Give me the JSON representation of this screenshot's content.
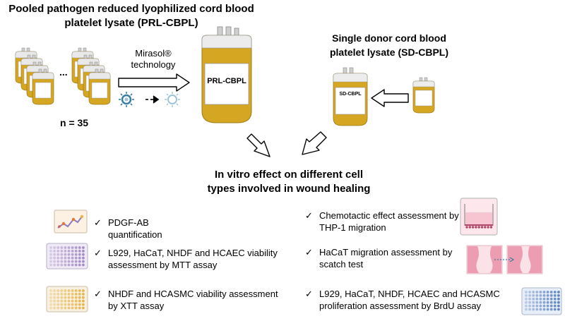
{
  "pooled": {
    "title_line1": "Pooled pathogen reduced lyophilized cord blood",
    "title_line2": "platelet lysate (PRL-CBPL)",
    "ellipsis": "...",
    "count": "n = 35",
    "tech_line1": "Mirasol®",
    "tech_line2": "technology",
    "big_bag_label": "PRL-CBPL"
  },
  "single": {
    "title_line1": "Single donor cord blood",
    "title_line2": "platelet lysate (SD-CBPL)",
    "bag_label": "SD-CBPL"
  },
  "effect": {
    "title_line1": "In vitro effect on different cell",
    "title_line2": "types involved in wound healing"
  },
  "checkmark": "✓",
  "assays_left": [
    {
      "line1": "PDGF-AB quantification",
      "line2": ""
    },
    {
      "line1": "L929, HaCaT, NHDF and HCAEC viability",
      "line2": "assessment by MTT assay"
    },
    {
      "line1": "NHDF and HCASMC viability assessment",
      "line2": "by XTT assay"
    }
  ],
  "assays_right": [
    {
      "line1": "Chemotactic effect assessment by",
      "line2": "THP-1 migration"
    },
    {
      "line1": "HaCaT migration assessment by",
      "line2": "scatch test"
    },
    {
      "line1": "L929, HaCaT, NHDF, HCAEC and HCASMC",
      "line2": "proliferation assessment by BrdU assay"
    }
  ],
  "colors": {
    "bag_fill": "#d4a622",
    "bag_top": "#e9e9e9",
    "label_fill": "#ffffff",
    "arrow_stroke": "#000000",
    "virus_dark": "#3a7da6",
    "virus_light": "#9cc3da",
    "plate_purple": "#a58cc6",
    "plate_yellow": "#e8b64e",
    "plate_blue": "#5f86c2",
    "pink": "#f0a7b8"
  }
}
